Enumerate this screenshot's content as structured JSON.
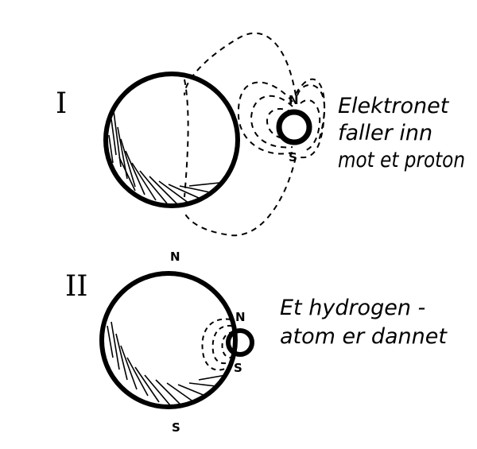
{
  "panel_1": {
    "label": "I",
    "caption_lines": [
      "Elektronet",
      "faller inn",
      "mot et proton"
    ],
    "electron_pole_north": "N",
    "electron_pole_south": "S"
  },
  "panel_2": {
    "label": "II",
    "caption_lines": [
      "Et hydrogen -",
      "atom er dannet"
    ],
    "proton_pole_north": "N",
    "proton_pole_south": "S",
    "electron_pole_north": "N",
    "electron_pole_south": "S"
  },
  "colors": {
    "ink": "#000000",
    "paper": "#ffffff"
  }
}
